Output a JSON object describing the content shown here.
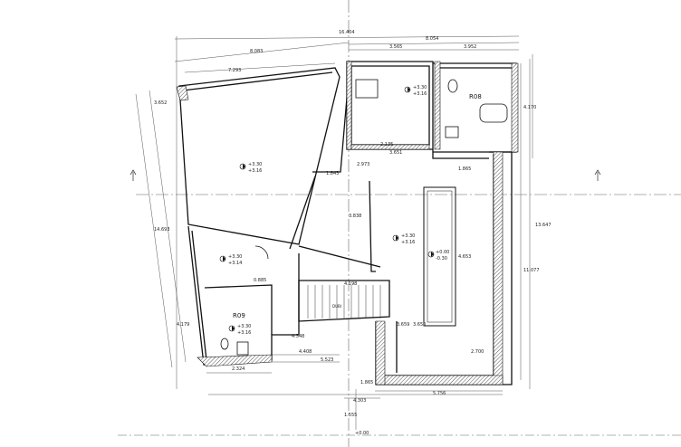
{
  "rooms": {
    "r09": "R09",
    "r08": "R08",
    "stair": "DUBI"
  },
  "elevations": {
    "main": [
      "+3.30",
      "+3.16"
    ],
    "lower_left": [
      "+3.30",
      "+3.14"
    ],
    "r09": [
      "+3.30",
      "+3.16"
    ],
    "center": [
      "+3.30",
      "+3.16"
    ],
    "top_right": [
      "+3.30",
      "+3.16"
    ],
    "right_hall": [
      "+0.00",
      "-0.30"
    ],
    "bottom": "+0.00"
  },
  "dimensions": {
    "top_total": "16.404",
    "top_right": "8.054",
    "top_a": "8.083",
    "top_b": "3.565",
    "top_c": "3.952",
    "main_width": "7.293",
    "r09_width": "2.324",
    "bot_a": "4.408",
    "bot_b": "5.523",
    "bot_c": "4.348",
    "bot_d": "5.756",
    "bot_e": "4.303",
    "bot_f": "1.865",
    "bot_g": "1.555",
    "right_total": "13.647",
    "right_inner": "11.077",
    "right_top": "4.170",
    "left_a": "3.652",
    "left_b": "14.693",
    "left_c": "4.179",
    "mid_a": "2.135",
    "mid_b": "2.973",
    "mid_c": "3.651",
    "mid_d": "4.653",
    "mid_e": "0.885",
    "mid_f": "1.865",
    "mid_g": "3.659",
    "mid_h": "3.650",
    "mid_i": "4.198",
    "mid_j": "1.843",
    "mid_k": "3.838",
    "mid_l": "2.700"
  }
}
